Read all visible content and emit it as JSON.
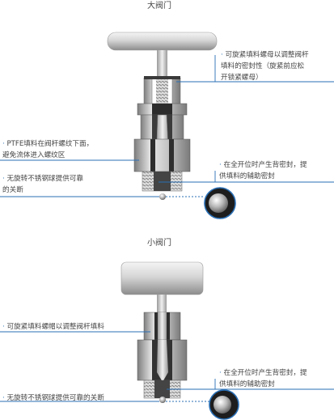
{
  "sections": [
    {
      "title": "大阀门",
      "annotations": [
        {
          "id": "packing-nut",
          "text": "可旋紧填料螺母以调整阀杆\n填料的密封性（旋紧前应松\n开锁紧螺母）"
        },
        {
          "id": "ptfe-packing",
          "text": "PTFE填料在阀杆螺纹下面，\n避免流体进入螺纹区"
        },
        {
          "id": "back-seat",
          "text": "在全开位时产生背密封，提\n供填料的辅助密封"
        },
        {
          "id": "ball",
          "text": "无旋转不锈钢球提供可靠\n的关断"
        }
      ]
    },
    {
      "title": "小阀门",
      "annotations": [
        {
          "id": "packing-nut",
          "text": "可旋紧填料螺帽以调整阀杆填料"
        },
        {
          "id": "back-seat",
          "text": "在全开位时产生背密封，提\n供填料的辅助密封"
        },
        {
          "id": "ball",
          "text": "无旋转不锈钢球提供可靠的关断"
        }
      ]
    }
  ],
  "bullet": "·",
  "colors": {
    "leader": "#2a6fb5",
    "metal_light": "#e8e8e8",
    "metal_dark": "#8a8a8a"
  }
}
